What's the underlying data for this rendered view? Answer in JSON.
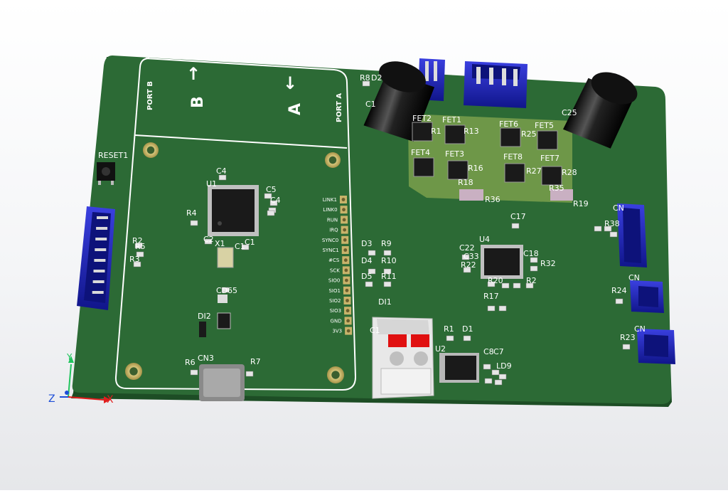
{
  "colors": {
    "board": "#2c6a35",
    "board_edge": "#1d4d25",
    "copper_pour": "#7fa24d",
    "silkscreen": "#ffffff",
    "connector": "#1b22b8",
    "electrolytic": "#0b0b0b",
    "terminal_block": "#eeeeee",
    "terminal_button": "#e01010",
    "chip": "#1a1a1a",
    "pad_gold": "#c8b36a",
    "axis_x": "#e11d1d",
    "axis_y": "#22c55e",
    "axis_z": "#1d4ed8"
  },
  "board": {
    "port_labels": {
      "port_b": "PORT B",
      "port_a": "PORT A",
      "b_letter": "B",
      "a_letter": "A",
      "up_arrow": "↑",
      "down_arrow": "↓"
    },
    "header_pins": [
      "LINK1",
      "LINK0",
      "RUN",
      "IRQ",
      "SYNC0",
      "SYNC1",
      "#CS",
      "SCK",
      "SIO0",
      "SIO1",
      "SIO2",
      "SIO3",
      "GND",
      "3V3"
    ],
    "refdes": {
      "reset": "RESET1",
      "u1": "U1",
      "u2": "U2",
      "u4": "U4",
      "cn3": "CN3",
      "di1": "DI1",
      "di2": "DI2",
      "fet1": "FET1",
      "fet2": "FET2",
      "fet3": "FET3",
      "fet4": "FET4",
      "fet5": "FET5",
      "fet6": "FET6",
      "fet7": "FET7",
      "fet8": "FET8",
      "c4": "C4",
      "c5": "C5",
      "c4b": "C4",
      "c2": "C2",
      "x1": "X1",
      "c1": "C1",
      "c1b": "C1",
      "cd": "CD",
      "c65": "65",
      "c17": "C17",
      "c22": "C22",
      "c33": "C33",
      "c18": "C18",
      "c8": "C8",
      "c7": "C7",
      "c25": "C25",
      "c1c": "C1",
      "c1d": "C1",
      "r2": "R2",
      "r3": "R3",
      "r4": "R4",
      "r5": "R5",
      "r6": "R6",
      "r7": "R7",
      "r8": "R8",
      "d2": "D2",
      "r9": "R9",
      "r10": "R10",
      "r11": "R11",
      "d3": "D3",
      "d4": "D4",
      "d5": "D5",
      "d1": "D1",
      "r1": "R1",
      "r13": "R13",
      "r1x": "R1",
      "r16": "R16",
      "r18": "R18",
      "r36": "R36",
      "r25": "R25",
      "r27": "R27",
      "r28": "R28",
      "r35": "R35",
      "r19": "R19",
      "r22": "R22",
      "r32": "R32",
      "r24": "R24",
      "r23": "R23",
      "r38": "R38",
      "cn_top": "CN",
      "cn_mid": "CN",
      "cn_bot": "CN",
      "ld9": "LD9",
      "r20": "R20",
      "r2x": "R2",
      "r17": "R17"
    }
  },
  "axes": {
    "x": "X",
    "y": "Y",
    "z": "Z"
  }
}
